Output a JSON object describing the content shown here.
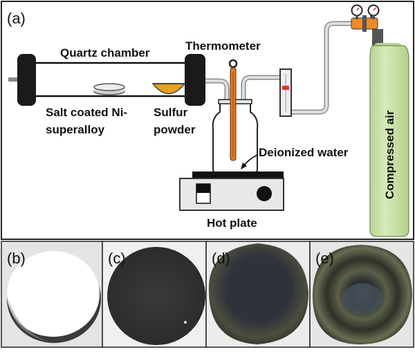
{
  "panel_a": {
    "letter": "(a)",
    "labels": {
      "quartz_chamber": "Quartz chamber",
      "thermometer": "Thermometer",
      "salt_line1": "Salt coated Ni-",
      "salt_line2": "superalloy",
      "sulfur_line1": "Sulfur",
      "sulfur_line2": "powder",
      "deionized_water": "Deionized water",
      "hot_plate": "Hot plate",
      "compressed_air": "Compressed air"
    }
  },
  "photos": [
    {
      "letter": "(b)"
    },
    {
      "letter": "(c)"
    },
    {
      "letter": "(d)"
    },
    {
      "letter": "(e)"
    }
  ],
  "colors": {
    "cylinder": "#c8e0a6",
    "sulfur": "#e8a020",
    "thermometer": "#e87a1e",
    "valve": "#f08a24",
    "tube": "#bdbdbd",
    "end_cap": "#1a1a1a"
  }
}
